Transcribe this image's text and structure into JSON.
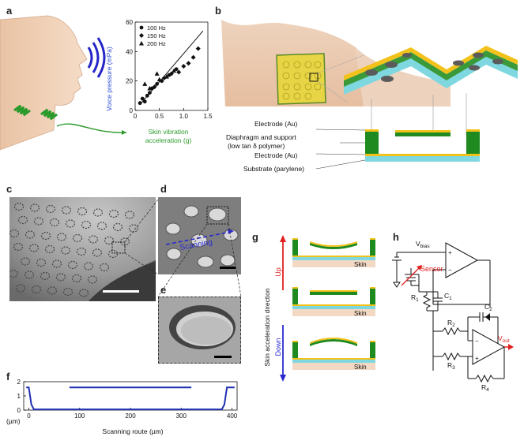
{
  "panel_labels": {
    "a": "a",
    "b": "b",
    "c": "c",
    "d": "d",
    "e": "e",
    "f": "f",
    "g": "g",
    "h": "h"
  },
  "chart_data": [
    {
      "type": "scatter",
      "title": "",
      "xlabel": "Skin vibration acceleration (g)",
      "ylabel": "Voice pressure (mPa)",
      "xlim": [
        0,
        1.5
      ],
      "ylim": [
        0,
        60
      ],
      "xticks": [
        "0",
        "0.5",
        "1.0",
        "1.5"
      ],
      "yticks": [
        "0",
        "20",
        "40",
        "60"
      ],
      "legend": "top-left",
      "series": [
        {
          "name": "100 Hz",
          "marker": "circle",
          "x": [
            0.1,
            0.15,
            0.2,
            0.25,
            0.3,
            0.35,
            0.45,
            0.55,
            0.7,
            0.85
          ],
          "y": [
            5,
            8,
            6,
            10,
            12,
            15,
            18,
            20,
            24,
            28
          ]
        },
        {
          "name": "150 Hz",
          "marker": "diamond",
          "x": [
            0.4,
            0.6,
            0.75,
            0.9,
            1.0,
            1.1,
            1.2,
            1.3
          ],
          "y": [
            16,
            22,
            25,
            26,
            30,
            32,
            36,
            42
          ]
        },
        {
          "name": "200 Hz",
          "marker": "triangle",
          "x": [
            0.2,
            0.3,
            0.45,
            0.5,
            0.65,
            0.8
          ],
          "y": [
            18,
            15,
            25,
            21,
            23,
            27
          ]
        }
      ],
      "fit_line": {
        "x": [
          0.1,
          1.4
        ],
        "y": [
          4,
          54
        ]
      }
    },
    {
      "type": "line",
      "title": "",
      "xlabel": "Scanning route (µm)",
      "ylabel": "(µm)",
      "xlim": [
        -10,
        410
      ],
      "ylim": [
        0,
        2
      ],
      "xticks": [
        "0",
        "100",
        "200",
        "300",
        "400"
      ],
      "yticks": [
        "0",
        "1",
        "2"
      ],
      "series": [
        {
          "name": "",
          "x": [
            -5,
            0,
            5,
            10,
            380,
            385,
            390,
            395,
            405
          ],
          "y": [
            1.6,
            1.6,
            0.4,
            0.05,
            0.05,
            0.4,
            1.6,
            1.6,
            1.6
          ]
        },
        {
          "name": "",
          "x": [
            80,
            320
          ],
          "y": [
            1.6,
            1.6
          ]
        }
      ]
    }
  ],
  "panel_b": {
    "labels": {
      "electrode_top": "Electrode (Au)",
      "diaphragm_1": "Diaphragm and support",
      "diaphragm_2": "(low tan δ polymer)",
      "electrode_bottom": "Electrode (Au)",
      "substrate": "Substrate (parylene)"
    }
  },
  "panel_d": {
    "scanning": "Scanning"
  },
  "panel_g": {
    "axis_label": "Skin acceleration direction",
    "up": "Up",
    "down": "Down",
    "skin": "Skin"
  },
  "panel_h": {
    "vbias": "V",
    "vbias_sub": "bias",
    "sensor": "Sensor",
    "r1": "R",
    "r1_sub": "1",
    "c1": "C",
    "c1_sub": "1",
    "r2": "R",
    "r2_sub": "2",
    "c2": "C",
    "c2_sub": "2",
    "r3": "R",
    "r3_sub": "3",
    "r4": "R",
    "r4_sub": "4",
    "vout": "V",
    "vout_sub": "out",
    "plus": "+",
    "minus": "−"
  },
  "colors": {
    "gold": "#f0c419",
    "green": "#1f8a1f",
    "cyan": "#6ed3e0",
    "skin": "#f3d9c4",
    "plot_blue": "#1f2fb0",
    "arrow_red": "#e02020",
    "arrow_blue": "#2a2ad0",
    "axis_blue": "#2a4fd6",
    "axis_green": "#2c9a2c"
  }
}
